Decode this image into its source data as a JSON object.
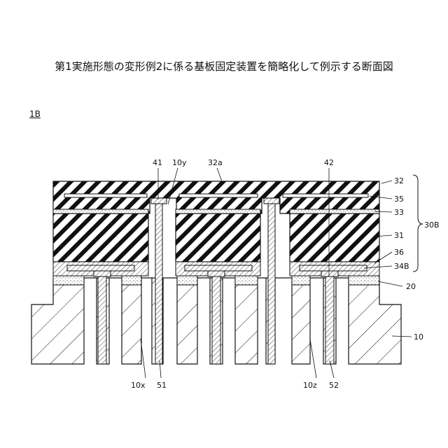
{
  "title": "第1実施形態の変形例2に係る基板固定装置を簡略化して例示する断面図",
  "figure_id": "1B",
  "labels": {
    "l41": "41",
    "l10y": "10y",
    "l32a": "32a",
    "l42": "42",
    "l32": "32",
    "l35": "35",
    "l33": "33",
    "l31": "31",
    "l36": "36",
    "l34B": "34B",
    "l30B": "30B",
    "l20": "20",
    "l10": "10",
    "l10x": "10x",
    "l51": "51",
    "l10z": "10z",
    "l52": "52"
  }
}
